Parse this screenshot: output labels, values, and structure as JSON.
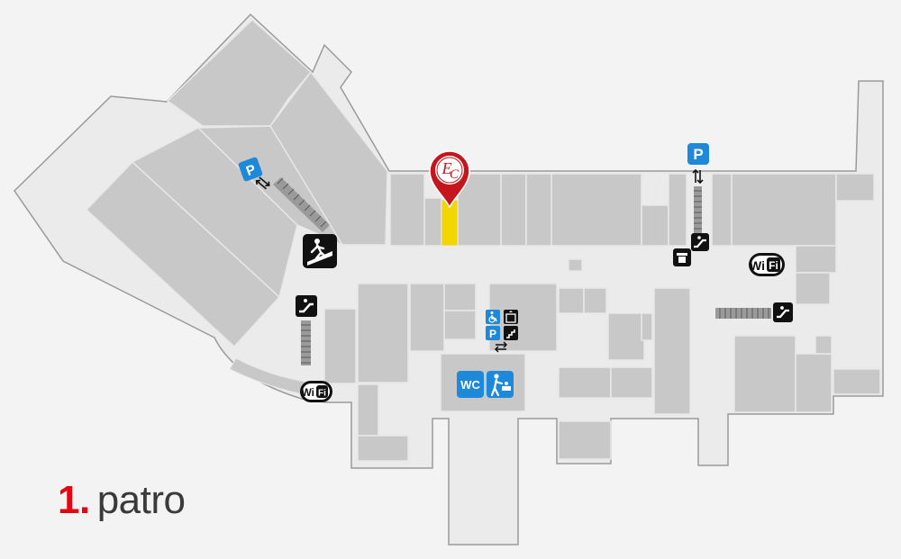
{
  "floor": {
    "number": "1.",
    "label": "patro"
  },
  "pin": {
    "monogram_first": "E",
    "monogram_second": "C",
    "color": "#c4161c",
    "highlight_color": "#f2d600"
  },
  "colors": {
    "background": "#f3f3f3",
    "corridor": "#ebebeb",
    "corridor_outline": "#9a9a9a",
    "shop": "#c8c8c8",
    "shop_stroke": "#e8e8e8",
    "service_blue": "#1e88d9",
    "icon_black": "#111111"
  },
  "icons": {
    "parking_letter": "P",
    "wc_label": "WC",
    "wifi_label_wi": "Wi",
    "wifi_label_fi": "Fi"
  },
  "legend_items": [
    "parking-icon",
    "escalator-icon",
    "travelator-icon",
    "wc-icon",
    "baby-care-icon",
    "wheelchair-icon",
    "elevator-icon",
    "stairs-icon",
    "atm-icon",
    "wifi-icon"
  ]
}
